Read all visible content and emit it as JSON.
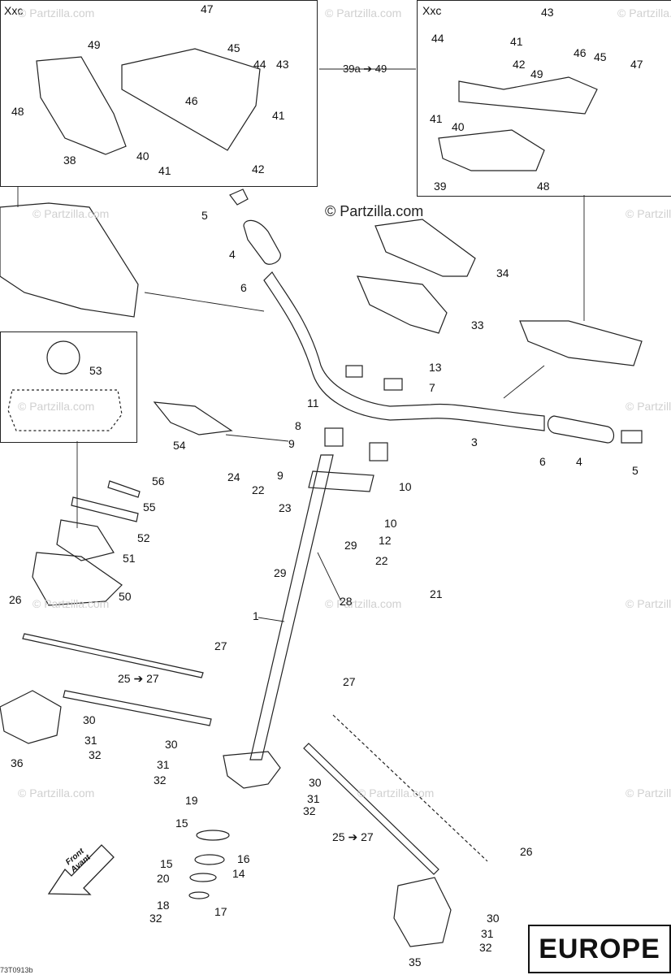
{
  "watermark": "© Partzilla.com",
  "copyright": "© Partzilla.com",
  "insets": {
    "left_label": "Xxc",
    "right_label": "Xxc",
    "ref": "39a ➔ 49"
  },
  "region": "EUROPE",
  "front_label": [
    "Front",
    "Avant"
  ],
  "drawing_code": "73T0913b",
  "callouts": [
    {
      "id": "c47a",
      "text": "47"
    },
    {
      "id": "c49a",
      "text": "49"
    },
    {
      "id": "c45a",
      "text": "45"
    },
    {
      "id": "c44a",
      "text": "44"
    },
    {
      "id": "c43a",
      "text": "43"
    },
    {
      "id": "c48a",
      "text": "48"
    },
    {
      "id": "c46a",
      "text": "46"
    },
    {
      "id": "c41a",
      "text": "41"
    },
    {
      "id": "c38",
      "text": "38"
    },
    {
      "id": "c40a",
      "text": "40"
    },
    {
      "id": "c41b",
      "text": "41"
    },
    {
      "id": "c42a",
      "text": "42"
    },
    {
      "id": "c43b",
      "text": "43"
    },
    {
      "id": "c44b",
      "text": "44"
    },
    {
      "id": "c41c",
      "text": "41"
    },
    {
      "id": "c42b",
      "text": "42"
    },
    {
      "id": "c46b",
      "text": "46"
    },
    {
      "id": "c45b",
      "text": "45"
    },
    {
      "id": "c47b",
      "text": "47"
    },
    {
      "id": "c49b",
      "text": "49"
    },
    {
      "id": "c41d",
      "text": "41"
    },
    {
      "id": "c40b",
      "text": "40"
    },
    {
      "id": "c39",
      "text": "39"
    },
    {
      "id": "c48b",
      "text": "48"
    },
    {
      "id": "c5a",
      "text": "5"
    },
    {
      "id": "c4a",
      "text": "4"
    },
    {
      "id": "c6a",
      "text": "6"
    },
    {
      "id": "c34",
      "text": "34"
    },
    {
      "id": "c33",
      "text": "33"
    },
    {
      "id": "c13",
      "text": "13"
    },
    {
      "id": "c7",
      "text": "7"
    },
    {
      "id": "c53",
      "text": "53"
    },
    {
      "id": "c11",
      "text": "11"
    },
    {
      "id": "c54",
      "text": "54"
    },
    {
      "id": "c8",
      "text": "8"
    },
    {
      "id": "c9a",
      "text": "9"
    },
    {
      "id": "c3",
      "text": "3"
    },
    {
      "id": "c6b",
      "text": "6"
    },
    {
      "id": "c4b",
      "text": "4"
    },
    {
      "id": "c5b",
      "text": "5"
    },
    {
      "id": "c9b",
      "text": "9"
    },
    {
      "id": "c10a",
      "text": "10"
    },
    {
      "id": "c56",
      "text": "56"
    },
    {
      "id": "c24",
      "text": "24"
    },
    {
      "id": "c22a",
      "text": "22"
    },
    {
      "id": "c55",
      "text": "55"
    },
    {
      "id": "c23",
      "text": "23"
    },
    {
      "id": "c10b",
      "text": "10"
    },
    {
      "id": "c12",
      "text": "12"
    },
    {
      "id": "c52",
      "text": "52"
    },
    {
      "id": "c29a",
      "text": "29"
    },
    {
      "id": "c51",
      "text": "51"
    },
    {
      "id": "c22b",
      "text": "22"
    },
    {
      "id": "c29b",
      "text": "29"
    },
    {
      "id": "c50",
      "text": "50"
    },
    {
      "id": "c21",
      "text": "21"
    },
    {
      "id": "c28",
      "text": "28"
    },
    {
      "id": "c26a",
      "text": "26"
    },
    {
      "id": "c1",
      "text": "1"
    },
    {
      "id": "c27a",
      "text": "27"
    },
    {
      "id": "c25a",
      "text": "25 ➔ 27"
    },
    {
      "id": "c27b",
      "text": "27"
    },
    {
      "id": "c30a",
      "text": "30"
    },
    {
      "id": "c31a",
      "text": "31"
    },
    {
      "id": "c36",
      "text": "36"
    },
    {
      "id": "c32a",
      "text": "32"
    },
    {
      "id": "c30b",
      "text": "30"
    },
    {
      "id": "c31b",
      "text": "31"
    },
    {
      "id": "c32b",
      "text": "32"
    },
    {
      "id": "c30c",
      "text": "30"
    },
    {
      "id": "c31c",
      "text": "31"
    },
    {
      "id": "c32c",
      "text": "32"
    },
    {
      "id": "c19",
      "text": "19"
    },
    {
      "id": "c15a",
      "text": "15"
    },
    {
      "id": "c16",
      "text": "16"
    },
    {
      "id": "c25b",
      "text": "25 ➔ 27"
    },
    {
      "id": "c26b",
      "text": "26"
    },
    {
      "id": "c15b",
      "text": "15"
    },
    {
      "id": "c20",
      "text": "20"
    },
    {
      "id": "c14",
      "text": "14"
    },
    {
      "id": "c18",
      "text": "18"
    },
    {
      "id": "c17",
      "text": "17"
    },
    {
      "id": "c32d",
      "text": "32"
    },
    {
      "id": "c30d",
      "text": "30"
    },
    {
      "id": "c31d",
      "text": "31"
    },
    {
      "id": "c32e",
      "text": "32"
    },
    {
      "id": "c35",
      "text": "35"
    }
  ]
}
